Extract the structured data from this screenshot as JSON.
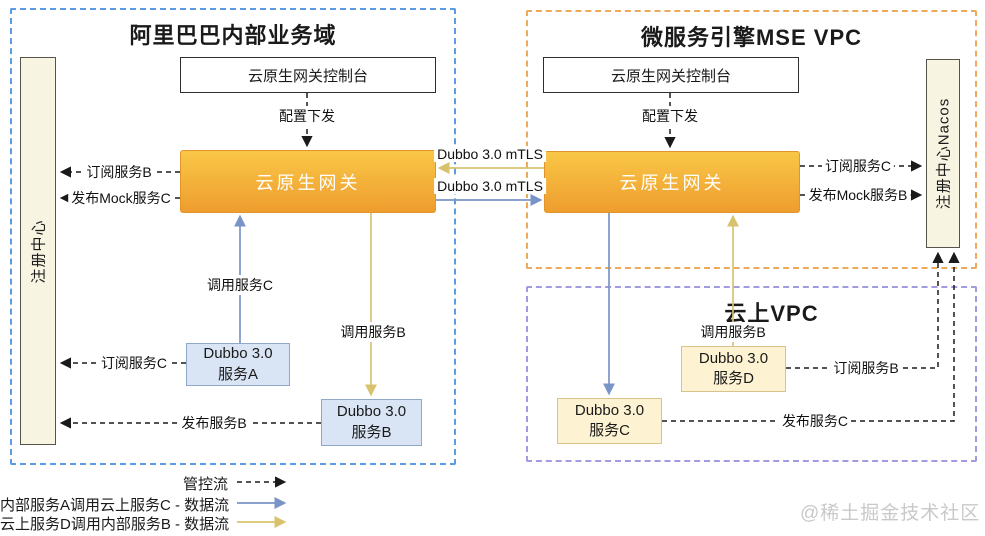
{
  "regions": {
    "internal": {
      "title": "阿里巴巴内部业务域"
    },
    "mse": {
      "title": "微服务引擎MSE VPC"
    },
    "cloud": {
      "title": "云上VPC"
    }
  },
  "nodes": {
    "registry_left": {
      "label": "注册中心"
    },
    "registry_right": {
      "label": "注册中心Nacos"
    },
    "console_left": {
      "label": "云原生网关控制台"
    },
    "console_right": {
      "label": "云原生网关控制台"
    },
    "gateway_left": {
      "label": "云原生网关"
    },
    "gateway_right": {
      "label": "云原生网关"
    },
    "service_a": {
      "line1": "Dubbo 3.0",
      "line2": "服务A"
    },
    "service_b": {
      "line1": "Dubbo 3.0",
      "line2": "服务B"
    },
    "service_c": {
      "line1": "Dubbo 3.0",
      "line2": "服务C"
    },
    "service_d": {
      "line1": "Dubbo 3.0",
      "line2": "服务D"
    }
  },
  "flows": {
    "config_left": "配置下发",
    "config_right": "配置下发",
    "subscribe_b_left": "订阅服务B",
    "publish_mock_c": "发布Mock服务C",
    "subscribe_c_left": "订阅服务C",
    "publish_b": "发布服务B",
    "subscribe_c_right": "订阅服务C",
    "publish_mock_b": "发布Mock服务B",
    "subscribe_b_right": "订阅服务B",
    "publish_c": "发布服务C",
    "mtls_top": "Dubbo 3.0 mTLS",
    "mtls_bottom": "Dubbo 3.0 mTLS",
    "call_c": "调用服务C",
    "call_b_left": "调用服务B",
    "call_b_right": "调用服务B"
  },
  "legend": {
    "control": "管控流",
    "data_blue": "内部服务A调用云上服务C - 数据流",
    "data_yellow": "云上服务D调用内部服务B - 数据流"
  },
  "watermark": "@稀土掘金技术社区",
  "colors": {
    "region_internal_border": "#5b9ce4",
    "region_mse_border": "#efa95a",
    "region_cloud_border": "#a19ce2",
    "gateway_gradient_top": "#f9c747",
    "gateway_gradient_bottom": "#ee9d2e",
    "registry_fill": "#f8f4e2",
    "service_blue_fill": "#d9e4f4",
    "service_warm_fill": "#fdf3d2",
    "control_flow": "#1a1a1a",
    "data_flow_blue": "#7b94c7",
    "data_flow_yellow": "#d8c26e"
  }
}
